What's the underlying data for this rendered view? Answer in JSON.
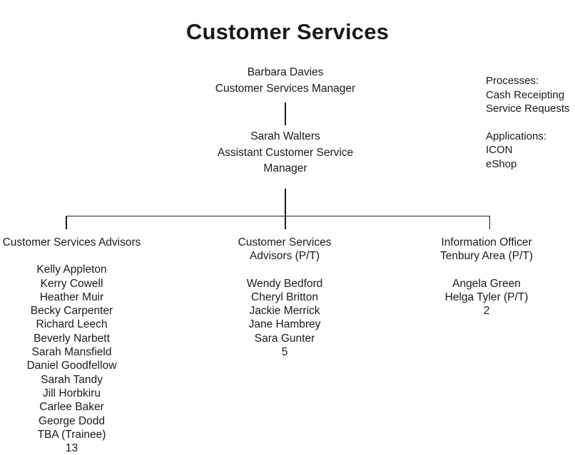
{
  "title": "Customer Services",
  "nodes": {
    "director": {
      "name": "Barbara Davies",
      "role": "Customer Services Manager"
    },
    "assistant": {
      "name": "Sarah Walters",
      "role": "Assistant Customer Service Manager"
    }
  },
  "departments": [
    {
      "title_line1": "Customer Services Advisors",
      "title_line2": "",
      "staff": [
        "Kelly Appleton",
        "Kerry Cowell",
        "Heather Muir",
        "Becky Carpenter",
        "Richard Leech",
        "Beverly Narbett",
        "Sarah Mansfield",
        "Daniel Goodfellow",
        "Sarah Tandy",
        "Jill Horbkiru",
        "Carlee Baker",
        "George Dodd",
        "TBA (Trainee)"
      ],
      "count": "13"
    },
    {
      "title_line1": "Customer Services",
      "title_line2": "Advisors (P/T)",
      "staff": [
        "Wendy Bedford",
        "Cheryl Britton",
        "Jackie Merrick",
        "Jane Hambrey",
        "Sara Gunter"
      ],
      "count": "5"
    },
    {
      "title_line1": "Information Officer",
      "title_line2": "Tenbury Area (P/T)",
      "staff": [
        "Angela Green",
        "Helga Tyler (P/T)"
      ],
      "count": "2"
    }
  ],
  "side_notes": [
    {
      "heading": "Processes:",
      "items": [
        "Cash Receipting",
        "Service Requests"
      ]
    },
    {
      "heading": "Applications:",
      "items": [
        "ICON",
        "eShop"
      ]
    }
  ],
  "colors": {
    "text": "#1a1a1a",
    "line": "#1a1a1a",
    "background": "#ffffff"
  }
}
